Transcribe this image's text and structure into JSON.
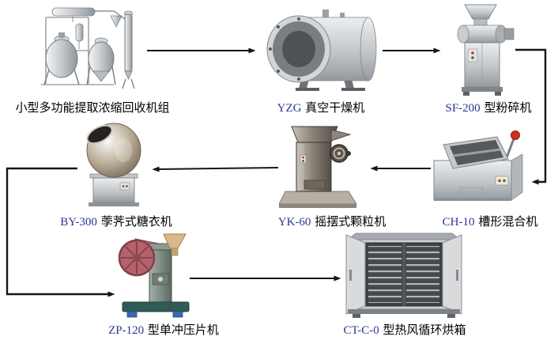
{
  "diagram": {
    "description": "Equipment process flow diagram",
    "colors": {
      "background": "#ffffff",
      "arrow": "#161616",
      "code_text": "#2b3590",
      "label_text": "#000000"
    },
    "nodes": [
      {
        "id": "extraction-unit",
        "code": "",
        "name": "小型多功能提取浓缩回收机组"
      },
      {
        "id": "vacuum-dryer",
        "code": "YZG",
        "name": "真空干燥机"
      },
      {
        "id": "crusher",
        "code": "SF-200",
        "name": "型粉碎机"
      },
      {
        "id": "trough-mixer",
        "code": "CH-10",
        "name": "槽形混合机"
      },
      {
        "id": "granulator",
        "code": "YK-60",
        "name": "摇摆式颗粒机"
      },
      {
        "id": "coating-machine",
        "code": "BY-300",
        "name": "荸荠式糖衣机"
      },
      {
        "id": "tablet-press",
        "code": "ZP-120",
        "name": "型单冲压片机"
      },
      {
        "id": "oven",
        "code": "CT-C-0",
        "name": "型热风循环烘箱"
      }
    ],
    "connections": [
      {
        "from": "extraction-unit",
        "to": "vacuum-dryer"
      },
      {
        "from": "vacuum-dryer",
        "to": "crusher"
      },
      {
        "from": "crusher",
        "to": "trough-mixer"
      },
      {
        "from": "trough-mixer",
        "to": "granulator"
      },
      {
        "from": "granulator",
        "to": "coating-machine"
      },
      {
        "from": "coating-machine",
        "to": "tablet-press"
      },
      {
        "from": "tablet-press",
        "to": "oven"
      }
    ]
  }
}
